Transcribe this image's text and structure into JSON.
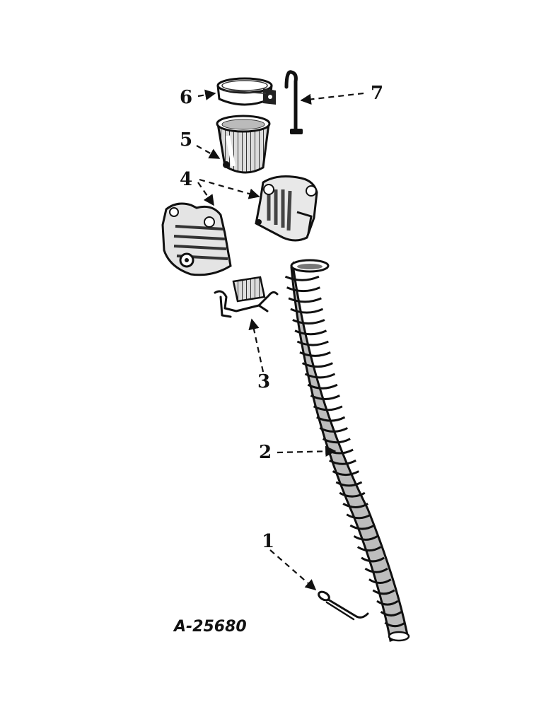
{
  "drawing_number": "A-25680",
  "callouts": [
    {
      "id": "1"
    },
    {
      "id": "2"
    },
    {
      "id": "3"
    },
    {
      "id": "4"
    },
    {
      "id": "5"
    },
    {
      "id": "6"
    },
    {
      "id": "7"
    }
  ],
  "parts": [
    {
      "ref": "1",
      "icon": "cotter-pin-icon"
    },
    {
      "ref": "2",
      "icon": "flexible-spout-tube-icon"
    },
    {
      "ref": "3",
      "icon": "spring-clip-icon"
    },
    {
      "ref": "4",
      "icon": "split-housing-halves-icon"
    },
    {
      "ref": "5",
      "icon": "sleeve-icon"
    },
    {
      "ref": "6",
      "icon": "clamp-band-icon"
    },
    {
      "ref": "7",
      "icon": "hook-bolt-icon"
    }
  ],
  "colors": {
    "ink": "#111111",
    "paper": "#ffffff",
    "shade": "#555555"
  }
}
